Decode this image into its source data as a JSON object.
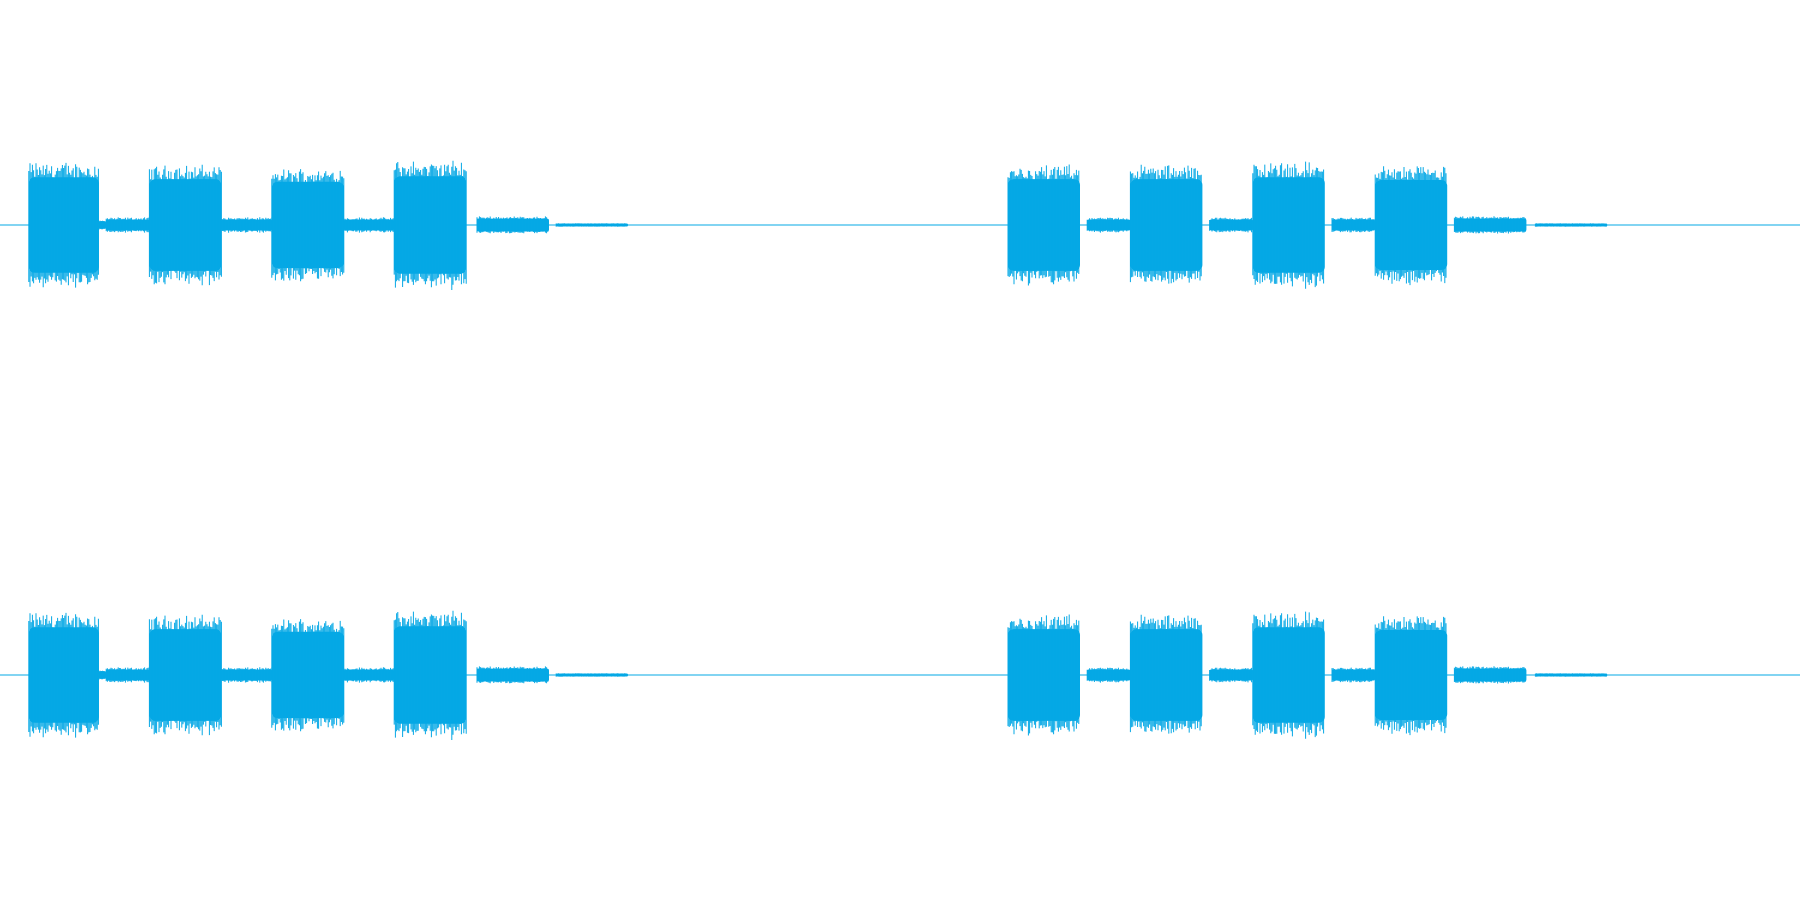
{
  "colors": {
    "waveform": "#05a8e5",
    "background": "#ffffff"
  },
  "chart_data": {
    "type": "waveform",
    "title": "",
    "xlabel": "",
    "ylabel": "",
    "ylim": [
      -1,
      1
    ],
    "x_range": [
      0,
      1
    ],
    "grid": false,
    "channels": [
      {
        "segments": [
          {
            "start": 0.016,
            "end": 0.055,
            "amp": 0.52,
            "noise": 0.06
          },
          {
            "start": 0.055,
            "end": 0.059,
            "amp": 0.04,
            "noise": 0.0
          },
          {
            "start": 0.059,
            "end": 0.083,
            "amp": 0.06,
            "noise": 0.01
          },
          {
            "start": 0.083,
            "end": 0.123,
            "amp": 0.5,
            "noise": 0.05
          },
          {
            "start": 0.123,
            "end": 0.151,
            "amp": 0.06,
            "noise": 0.01
          },
          {
            "start": 0.151,
            "end": 0.191,
            "amp": 0.47,
            "noise": 0.05
          },
          {
            "start": 0.191,
            "end": 0.219,
            "amp": 0.06,
            "noise": 0.01
          },
          {
            "start": 0.219,
            "end": 0.259,
            "amp": 0.53,
            "noise": 0.06
          },
          {
            "start": 0.265,
            "end": 0.305,
            "amp": 0.07,
            "noise": 0.01
          },
          {
            "start": 0.309,
            "end": 0.349,
            "amp": 0.015,
            "noise": 0.0
          },
          {
            "start": 0.56,
            "end": 0.6,
            "amp": 0.5,
            "noise": 0.05
          },
          {
            "start": 0.604,
            "end": 0.628,
            "amp": 0.06,
            "noise": 0.01
          },
          {
            "start": 0.628,
            "end": 0.668,
            "amp": 0.5,
            "noise": 0.05
          },
          {
            "start": 0.672,
            "end": 0.696,
            "amp": 0.06,
            "noise": 0.01
          },
          {
            "start": 0.696,
            "end": 0.736,
            "amp": 0.52,
            "noise": 0.06
          },
          {
            "start": 0.74,
            "end": 0.764,
            "amp": 0.06,
            "noise": 0.01
          },
          {
            "start": 0.764,
            "end": 0.804,
            "amp": 0.49,
            "noise": 0.05
          },
          {
            "start": 0.808,
            "end": 0.848,
            "amp": 0.07,
            "noise": 0.01
          },
          {
            "start": 0.853,
            "end": 0.893,
            "amp": 0.015,
            "noise": 0.0
          }
        ]
      },
      {
        "segments": [
          {
            "start": 0.016,
            "end": 0.055,
            "amp": 0.52,
            "noise": 0.06
          },
          {
            "start": 0.055,
            "end": 0.059,
            "amp": 0.04,
            "noise": 0.0
          },
          {
            "start": 0.059,
            "end": 0.083,
            "amp": 0.06,
            "noise": 0.01
          },
          {
            "start": 0.083,
            "end": 0.123,
            "amp": 0.5,
            "noise": 0.05
          },
          {
            "start": 0.123,
            "end": 0.151,
            "amp": 0.06,
            "noise": 0.01
          },
          {
            "start": 0.151,
            "end": 0.191,
            "amp": 0.47,
            "noise": 0.05
          },
          {
            "start": 0.191,
            "end": 0.219,
            "amp": 0.06,
            "noise": 0.01
          },
          {
            "start": 0.219,
            "end": 0.259,
            "amp": 0.53,
            "noise": 0.06
          },
          {
            "start": 0.265,
            "end": 0.305,
            "amp": 0.07,
            "noise": 0.01
          },
          {
            "start": 0.309,
            "end": 0.349,
            "amp": 0.015,
            "noise": 0.0
          },
          {
            "start": 0.56,
            "end": 0.6,
            "amp": 0.5,
            "noise": 0.05
          },
          {
            "start": 0.604,
            "end": 0.628,
            "amp": 0.06,
            "noise": 0.01
          },
          {
            "start": 0.628,
            "end": 0.668,
            "amp": 0.5,
            "noise": 0.05
          },
          {
            "start": 0.672,
            "end": 0.696,
            "amp": 0.06,
            "noise": 0.01
          },
          {
            "start": 0.696,
            "end": 0.736,
            "amp": 0.52,
            "noise": 0.06
          },
          {
            "start": 0.74,
            "end": 0.764,
            "amp": 0.06,
            "noise": 0.01
          },
          {
            "start": 0.764,
            "end": 0.804,
            "amp": 0.49,
            "noise": 0.05
          },
          {
            "start": 0.808,
            "end": 0.848,
            "amp": 0.07,
            "noise": 0.01
          },
          {
            "start": 0.853,
            "end": 0.893,
            "amp": 0.015,
            "noise": 0.0
          }
        ]
      }
    ]
  }
}
